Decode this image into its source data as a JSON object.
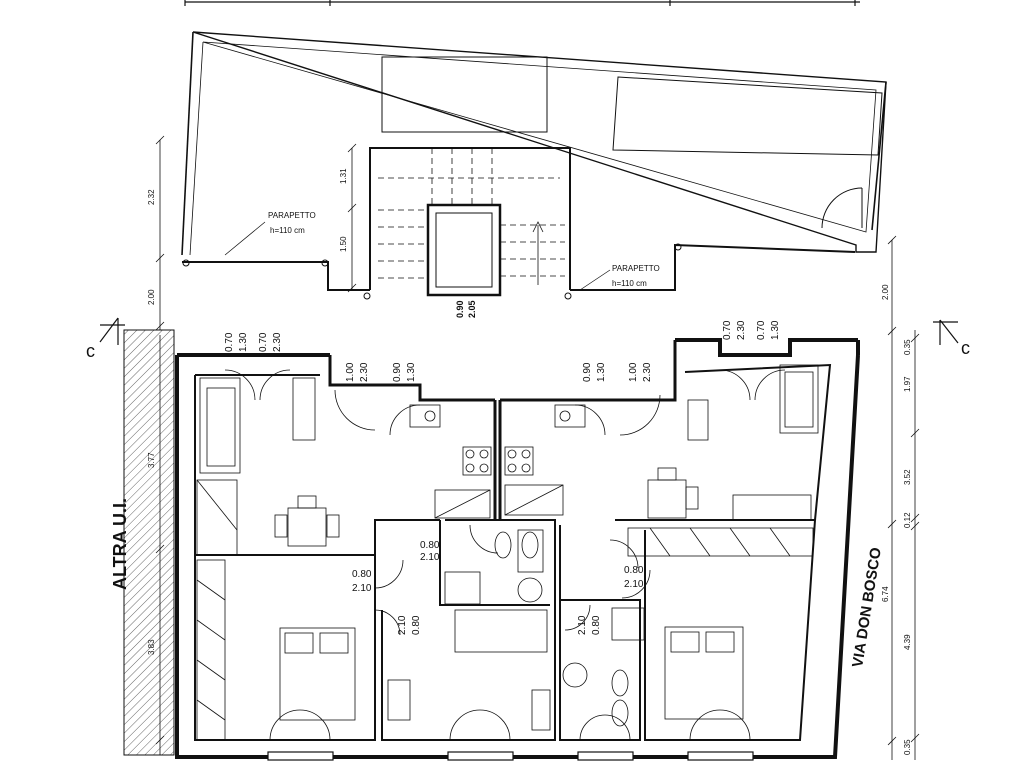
{
  "labels": {
    "section_letter": "c",
    "neighbor_unit": "ALTRA U.I.",
    "street": "VIA DON BOSCO"
  },
  "parapets": [
    {
      "title": "PARAPETTO",
      "height": "h=110 cm"
    },
    {
      "title": "PARAPETTO",
      "height": "h=110 cm"
    }
  ],
  "elevator": {
    "width": "0.90",
    "height": "2.05"
  },
  "stair_dims": [
    "1.31",
    "1.50"
  ],
  "left_dims": [
    "2.32",
    "2.00",
    "3.77",
    "3.83"
  ],
  "right_dims": [
    "2.00",
    "0.35",
    "1.97",
    "3.52",
    "0.12",
    "6.74",
    "4.39",
    "0.35"
  ],
  "openings_top": [
    {
      "w": "0.70",
      "h": "1.30"
    },
    {
      "w": "0.70",
      "h": "2.30"
    },
    {
      "w": "1.00",
      "h": "2.30"
    },
    {
      "w": "0.90",
      "h": "1.30"
    },
    {
      "w": "0.90",
      "h": "1.30"
    },
    {
      "w": "1.00",
      "h": "2.30"
    },
    {
      "w": "0.70",
      "h": "2.30"
    },
    {
      "w": "0.70",
      "h": "1.30"
    }
  ],
  "doors": [
    {
      "w": "0.80",
      "h": "2.10"
    },
    {
      "w": "0.80",
      "h": "2.10"
    },
    {
      "w": "0.80",
      "h": "2.10"
    },
    {
      "w": "0.80",
      "h": "2.10"
    },
    {
      "w": "0.80",
      "h": "2.10"
    }
  ]
}
